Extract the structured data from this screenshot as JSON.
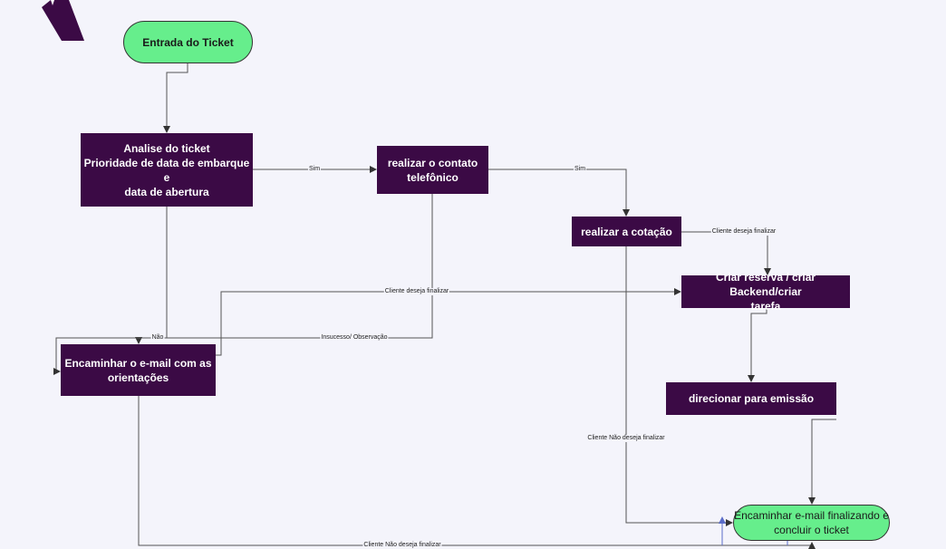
{
  "flowchart": {
    "nodes": {
      "start": "Entrada do Ticket",
      "analise": "Analise do ticket\nPrioridade de data de embarque  e\ndata de abertura",
      "contato": "realizar o contato\ntelefônico",
      "cotacao": "realizar a cotação",
      "reserva": "Criar  reserva / criar Backend/criar\ntarefa",
      "encaminhar": "Encaminhar o e-mail com as\norientações",
      "emissao": "direcionar para emissão",
      "fim": "Encaminhar e-mail finalizando e\nconcluir o ticket"
    },
    "edge_labels": {
      "analise_sim": "Sim",
      "contato_sim": "Sim",
      "cotacao_cliente_finalizar": "Cliente deseja finalizar",
      "encaminhar_cliente_finalizar": "Cliente deseja finalizar",
      "analise_nao": "Não",
      "contato_insucesso": "Insucesso/ Observação",
      "cotacao_nao_finalizar": "Cliente Não deseja finalizar",
      "encaminhar_nao_finalizar": "Cliente Não deseja finalizar"
    }
  },
  "colors": {
    "process_fill": "#3b0a45",
    "terminal_fill": "#66ee8c",
    "connector": "#555555",
    "logo": "#3b0a45"
  }
}
